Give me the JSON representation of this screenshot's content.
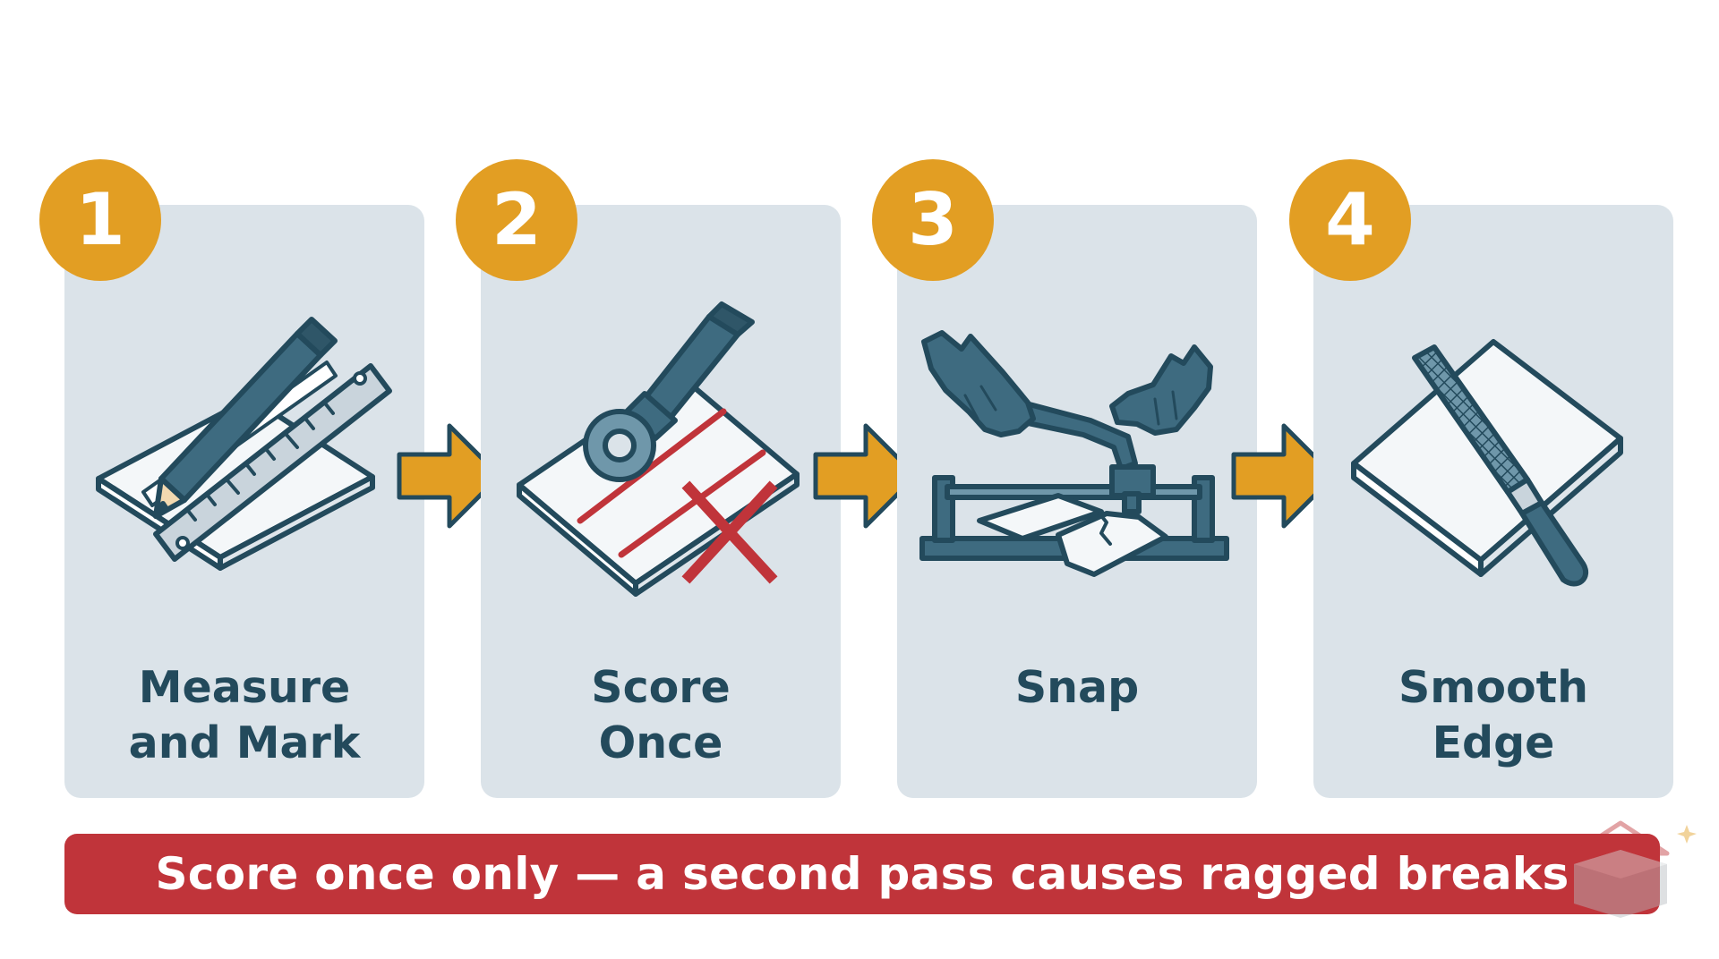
{
  "steps": [
    {
      "number": "1",
      "line1": "Measure",
      "line2": "and Mark",
      "icon": "pencil-and-ruler-icon"
    },
    {
      "number": "2",
      "line1": "Score",
      "line2": "Once",
      "icon": "scoring-wheel-icon"
    },
    {
      "number": "3",
      "line1": "Snap",
      "line2": "",
      "icon": "tile-cutter-hands-icon"
    },
    {
      "number": "4",
      "line1": "Smooth",
      "line2": "Edge",
      "icon": "file-rasp-icon"
    }
  ],
  "banner": {
    "text": "Score once only — a second pass causes ragged breaks"
  },
  "colors": {
    "badge": "#e29e23",
    "card": "#dbe3e9",
    "label": "#234a5c",
    "tool": "#3e6b80",
    "arrow": "#e29e23",
    "banner": "#c0343a",
    "warning_mark": "#c0343a"
  }
}
